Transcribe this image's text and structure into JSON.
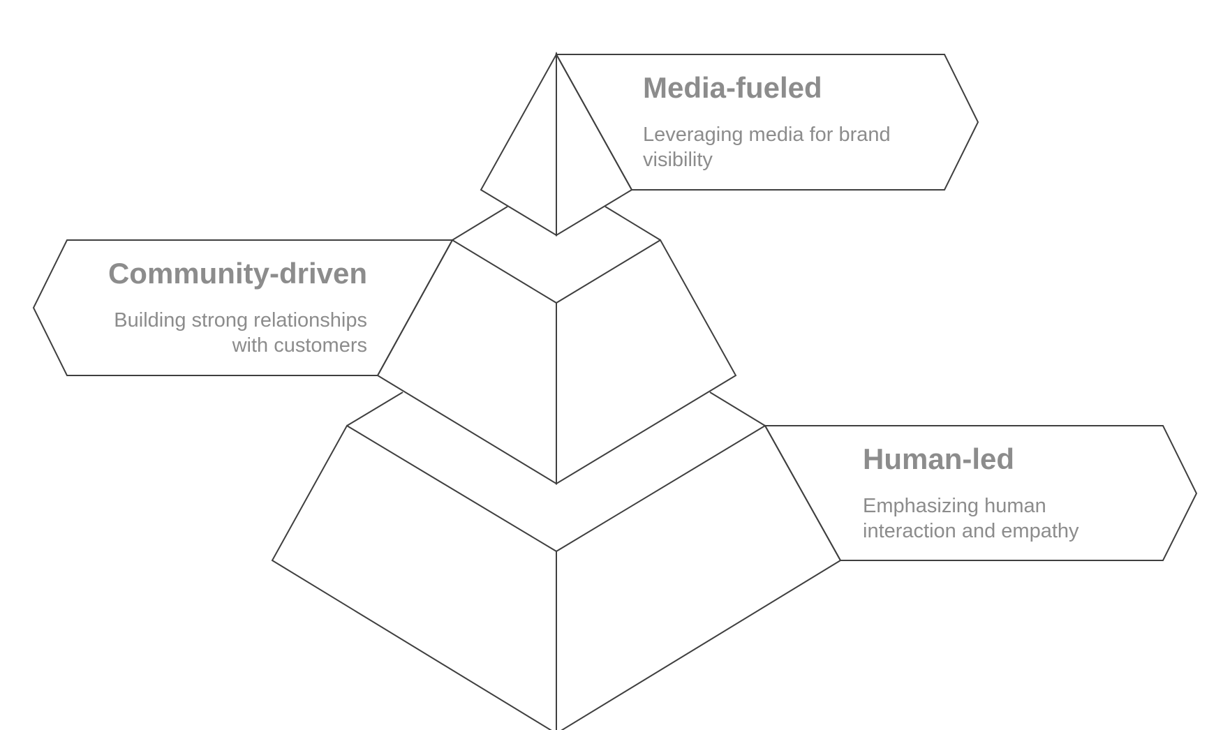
{
  "tiers": [
    {
      "id": "media-fueled",
      "title": "Media-fueled",
      "description_lines": [
        "Leveraging media for brand",
        "visibility"
      ]
    },
    {
      "id": "community-driven",
      "title": "Community-driven",
      "description_lines": [
        "Building strong relationships",
        "with customers"
      ]
    },
    {
      "id": "human-led",
      "title": "Human-led",
      "description_lines": [
        "Emphasizing human",
        "interaction and empathy"
      ]
    }
  ]
}
